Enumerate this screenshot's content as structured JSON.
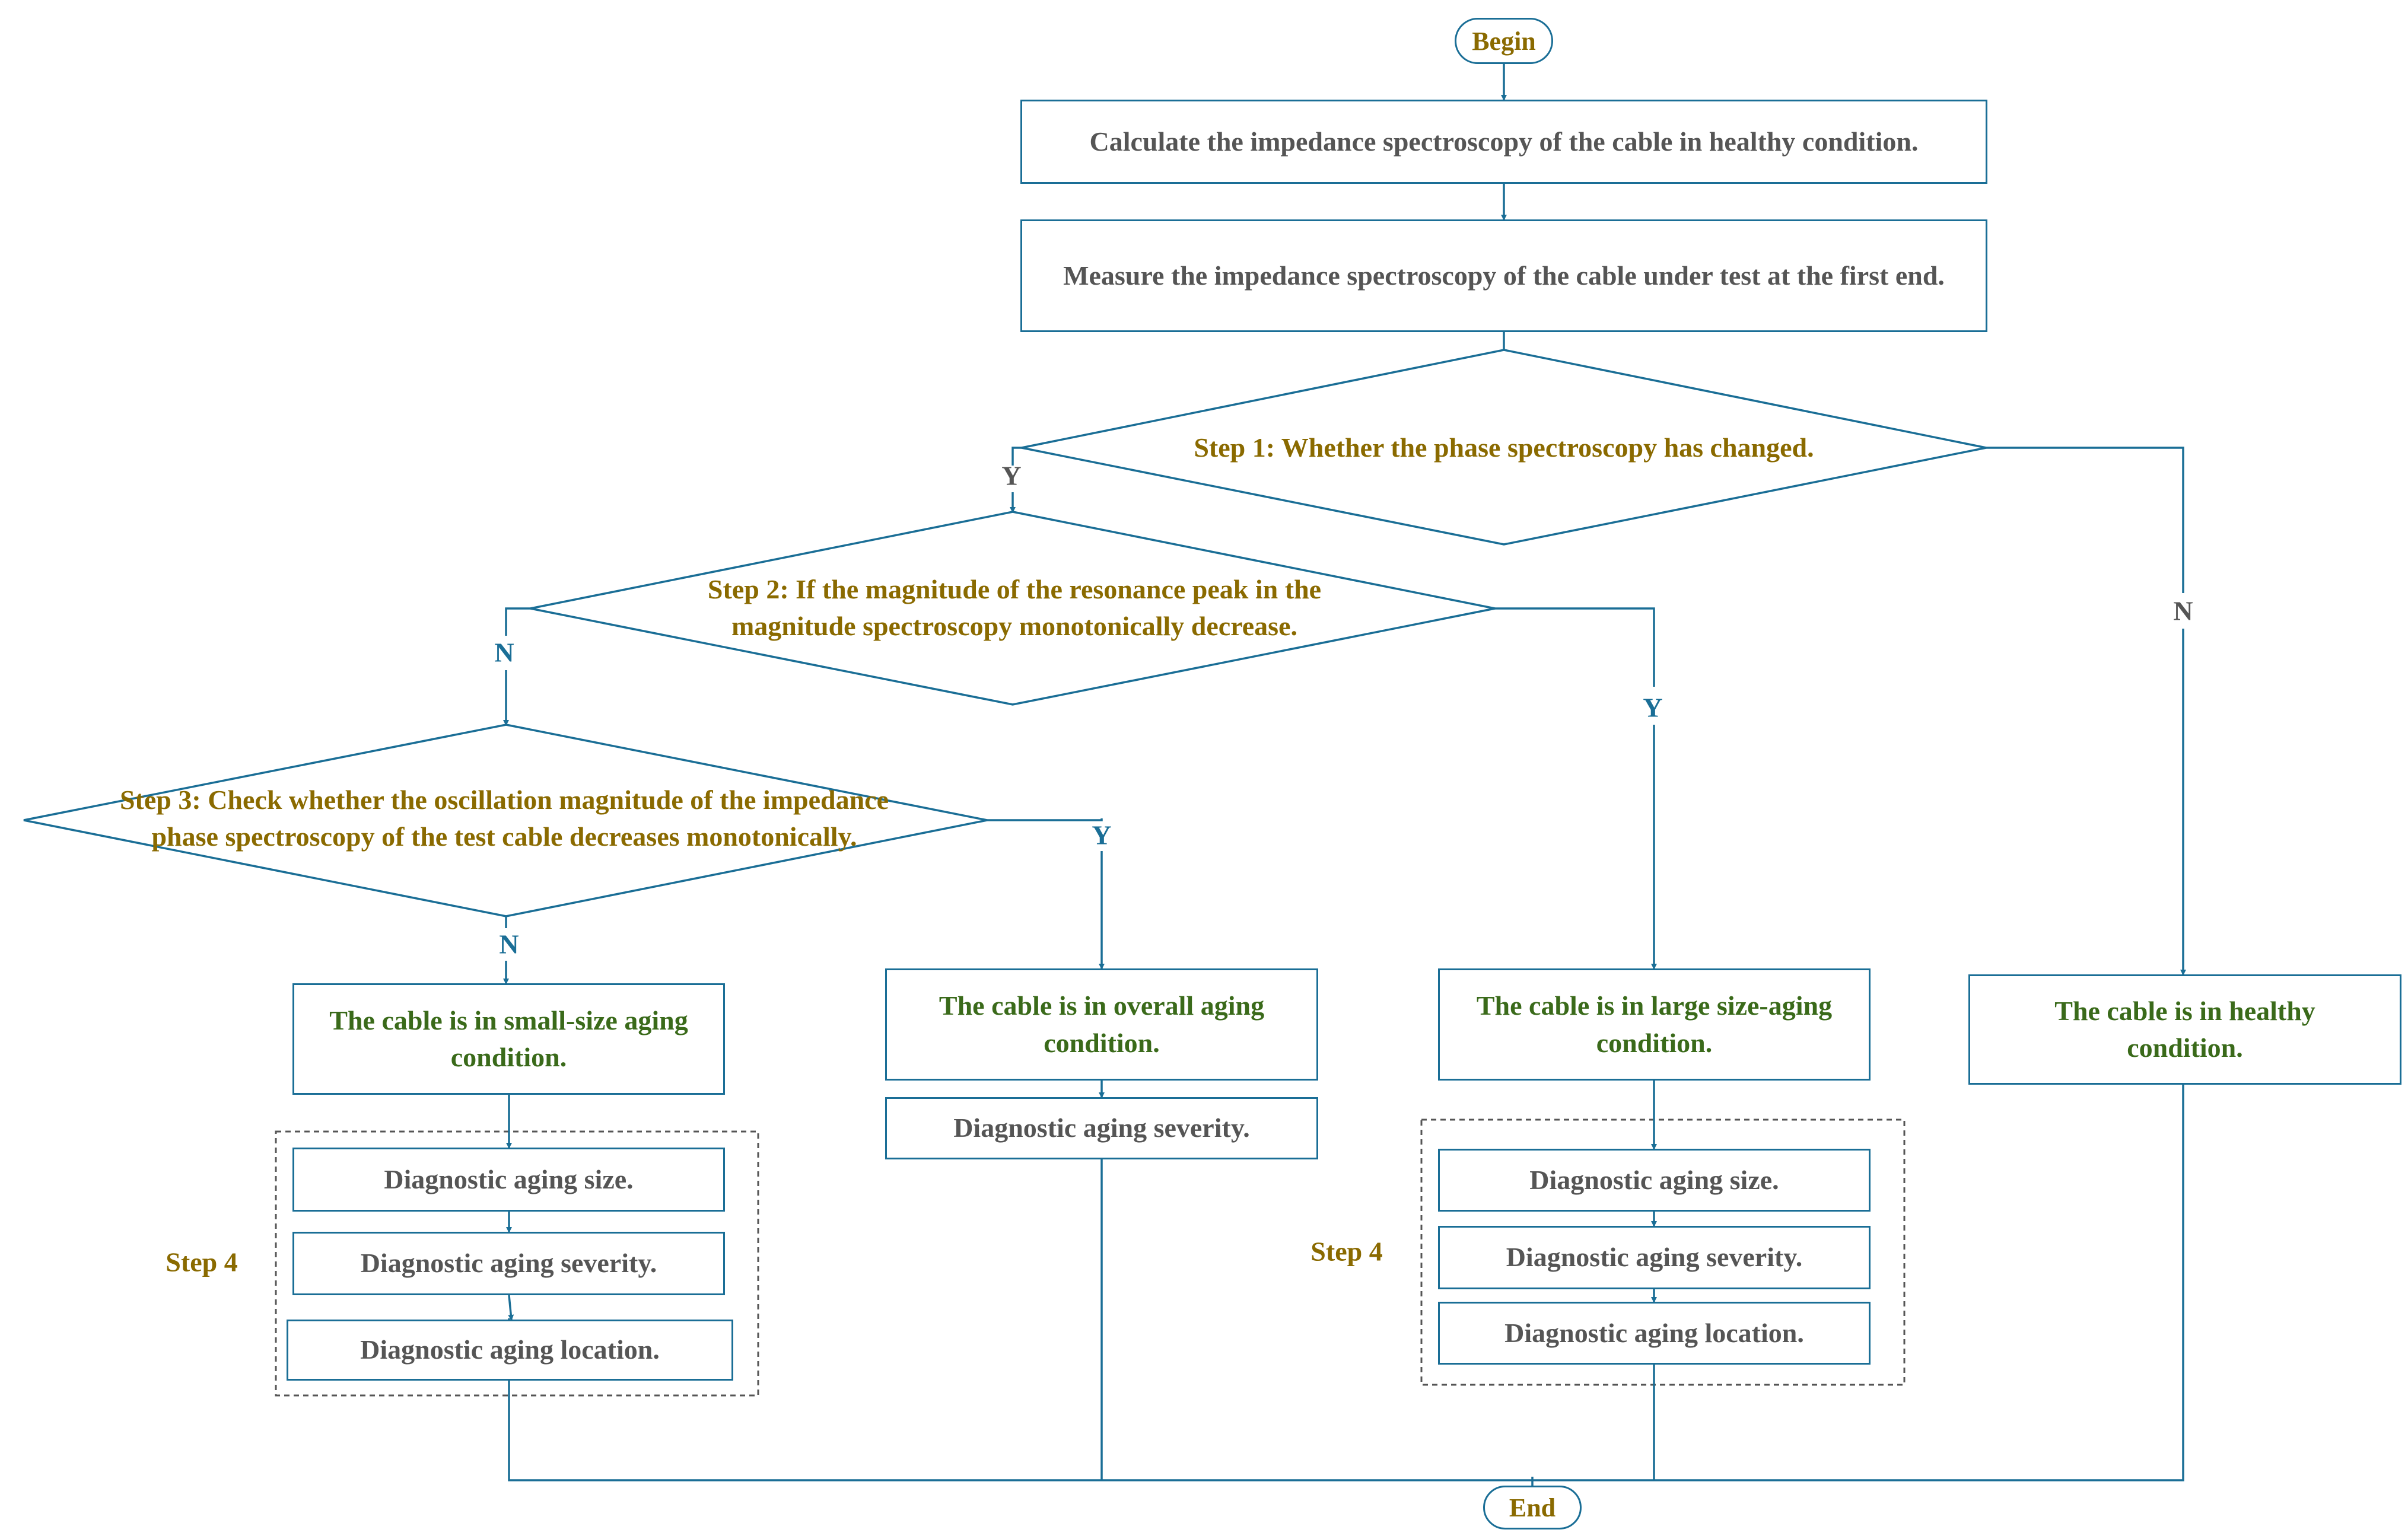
{
  "begin": "Begin",
  "end": "End",
  "calc_healthy": "Calculate the impedance spectroscopy of the cable in  healthy condition.",
  "measure": "Measure the impedance spectroscopy of the cable under test at the first end.",
  "step1": "Step 1: Whether the phase spectroscopy has changed.",
  "step2": "Step 2: If the magnitude of the resonance peak in the magnitude spectroscopy monotonically decrease.",
  "step3": "Step 3: Check whether the oscillation magnitude of the impedance phase spectroscopy of the test cable decreases monotonically.",
  "small_aging": "The cable is in small-size aging condition.",
  "overall_aging": "The cable is in overall aging condition.",
  "large_aging": "The cable is in large size-aging condition.",
  "healthy": "The cable is in healthy condition.",
  "diag_size": "Diagnostic aging size.",
  "diag_severity": "Diagnostic aging severity.",
  "diag_location": "Diagnostic aging location.",
  "step4": "Step 4",
  "yes": "Y",
  "no": "N",
  "colors": {
    "line": "#1a6e96",
    "gold": "#8a6a00",
    "green": "#3a6a1a",
    "grey": "#555555"
  }
}
